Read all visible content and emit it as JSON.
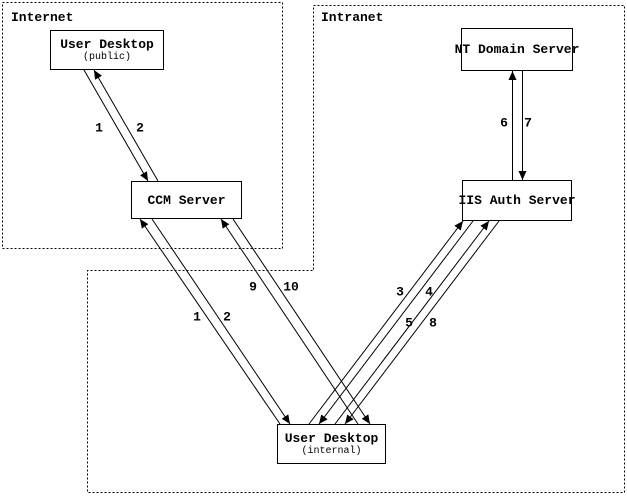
{
  "zones": {
    "internet": {
      "label": "Internet"
    },
    "intranet": {
      "label": "Intranet"
    }
  },
  "nodes": {
    "user_desktop_public": {
      "title": "User Desktop",
      "subtitle": "(public)"
    },
    "ccm_server": {
      "title": "CCM Server"
    },
    "nt_domain_server": {
      "title": "NT Domain Server"
    },
    "iis_auth_server": {
      "title": "IIS Auth Server"
    },
    "user_desktop_internal": {
      "title": "User Desktop",
      "subtitle": "(internal)"
    }
  },
  "connectors": [
    {
      "label": "1",
      "from": "user-desktop-public",
      "to": "ccm-server"
    },
    {
      "label": "2",
      "from": "ccm-server",
      "to": "user-desktop-public"
    },
    {
      "label": "1",
      "from": "user-desktop-internal",
      "to": "ccm-server"
    },
    {
      "label": "2",
      "from": "ccm-server",
      "to": "user-desktop-internal"
    },
    {
      "label": "3",
      "from": "user-desktop-internal",
      "to": "iis-auth-server"
    },
    {
      "label": "4",
      "from": "iis-auth-server",
      "to": "user-desktop-internal"
    },
    {
      "label": "5",
      "from": "user-desktop-internal",
      "to": "iis-auth-server"
    },
    {
      "label": "6",
      "from": "iis-auth-server",
      "to": "nt-domain-server"
    },
    {
      "label": "7",
      "from": "nt-domain-server",
      "to": "iis-auth-server"
    },
    {
      "label": "8",
      "from": "iis-auth-server",
      "to": "user-desktop-internal"
    },
    {
      "label": "9",
      "from": "user-desktop-internal",
      "to": "ccm-server"
    },
    {
      "label": "10",
      "from": "ccm-server",
      "to": "user-desktop-internal"
    }
  ],
  "colors": {
    "ink": "#000000",
    "background": "#ffffff"
  }
}
